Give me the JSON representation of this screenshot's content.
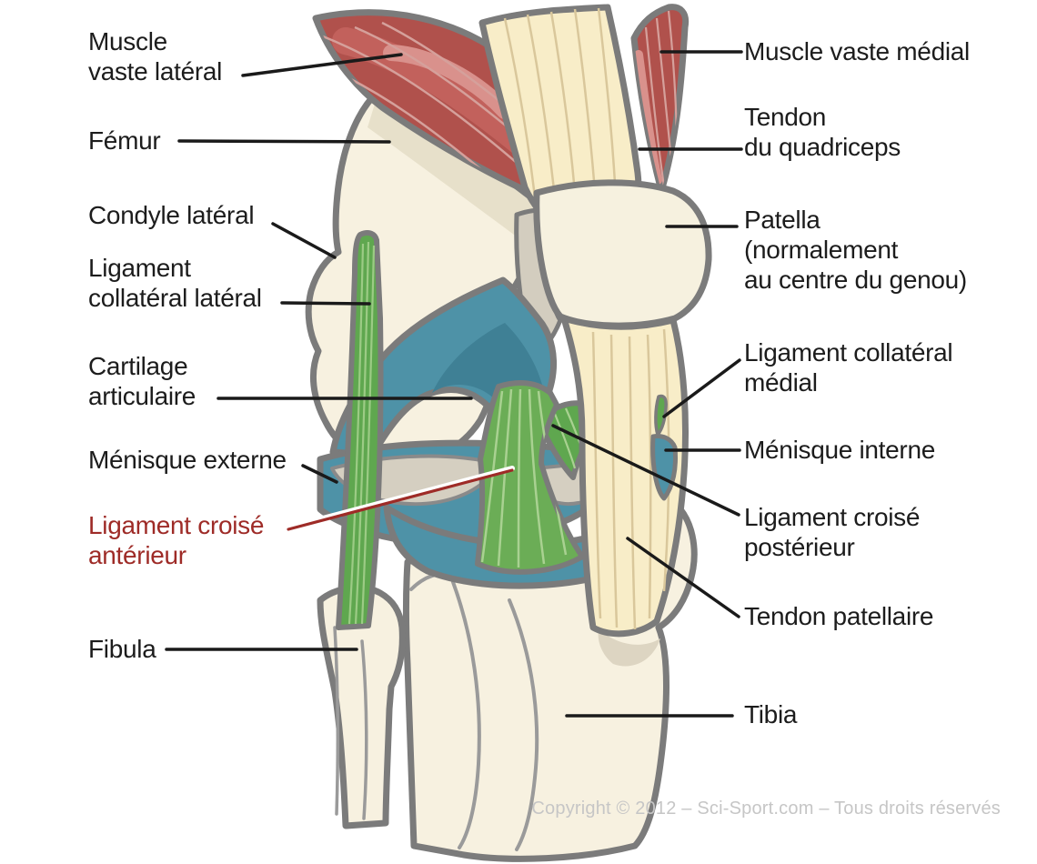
{
  "labels_left": [
    {
      "lines": [
        "Muscle",
        "vaste latéral"
      ]
    },
    {
      "lines": [
        "Fémur"
      ]
    },
    {
      "lines": [
        "Condyle latéral"
      ]
    },
    {
      "lines": [
        "Ligament",
        "collatéral latéral"
      ]
    },
    {
      "lines": [
        "Cartilage",
        "articulaire"
      ]
    },
    {
      "lines": [
        "Ménisque externe"
      ]
    },
    {
      "lines": [
        "Ligament croisé",
        "antérieur"
      ],
      "emphasis": "red"
    },
    {
      "lines": [
        "Fibula"
      ]
    }
  ],
  "labels_right": [
    {
      "lines": [
        "Muscle vaste médial"
      ]
    },
    {
      "lines": [
        "Tendon",
        "du quadriceps"
      ]
    },
    {
      "lines": [
        "Patella",
        "(normalement",
        "au centre du genou)"
      ]
    },
    {
      "lines": [
        "Ligament collatéral",
        "médial"
      ]
    },
    {
      "lines": [
        "Ménisque interne"
      ]
    },
    {
      "lines": [
        "Ligament croisé",
        "postérieur"
      ]
    },
    {
      "lines": [
        "Tendon patellaire"
      ]
    },
    {
      "lines": [
        "Tibia"
      ]
    }
  ],
  "copyright": "Copyright © 2012 – Sci-Sport.com – Tous droits réservés",
  "colors": {
    "background": "#ffffff",
    "label_text": "#1c1c1c",
    "accent_red": "#9e2b27",
    "leader_line": "#1a1a1a",
    "copyright_gray": "#c6c6c6",
    "bone": "#f7f1e0",
    "bone_shade": "#e7e0ca",
    "tendon": "#f8edc8",
    "tendon_stripe": "#d9c79b",
    "muscle": "#b0514c",
    "muscle_stripe": "#c2615c",
    "muscle_highlight": "#d9918c",
    "cartilage": "#4e92a7",
    "cartilage_dark": "#3f8095",
    "meniscus": "#d5cfc1",
    "ligament_green": "#5fa74f",
    "ligament_stripe": "#9ccb85",
    "outline": "#7b7b7b"
  }
}
